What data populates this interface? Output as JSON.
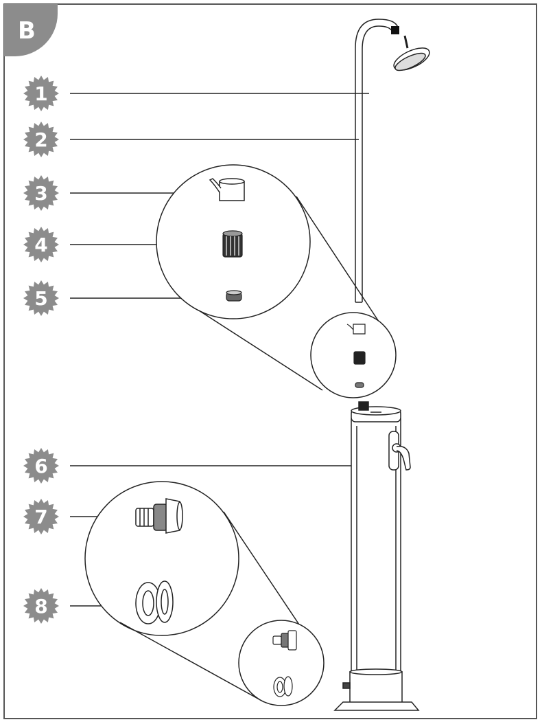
{
  "figure": {
    "label": "B",
    "frame_color": "#555555",
    "badge_color": "#8c8c8c",
    "line_color": "#222222",
    "callouts": [
      {
        "number": "1"
      },
      {
        "number": "2"
      },
      {
        "number": "3"
      },
      {
        "number": "4"
      },
      {
        "number": "5"
      },
      {
        "number": "6"
      },
      {
        "number": "7"
      },
      {
        "number": "8"
      }
    ]
  }
}
